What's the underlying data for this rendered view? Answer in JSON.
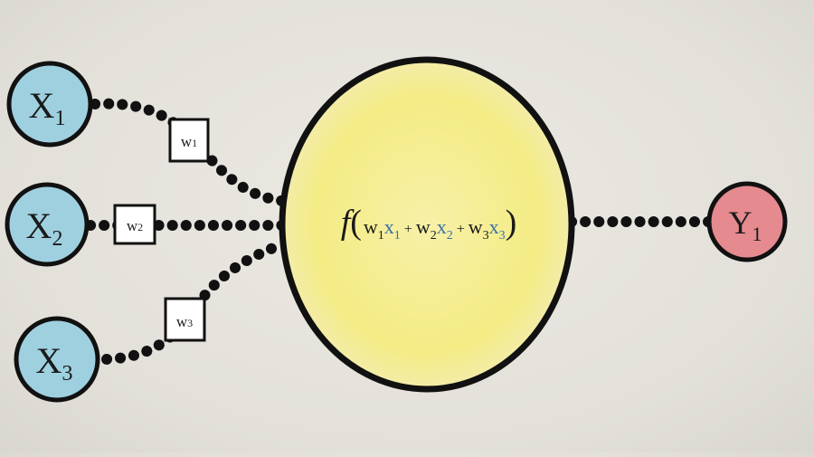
{
  "diagram": {
    "inputs": [
      {
        "label": "X",
        "sub": "1"
      },
      {
        "label": "X",
        "sub": "2"
      },
      {
        "label": "X",
        "sub": "3"
      }
    ],
    "weights": [
      {
        "label": "w",
        "sub": "1"
      },
      {
        "label": "w",
        "sub": "2"
      },
      {
        "label": "w",
        "sub": "3"
      }
    ],
    "neuron": {
      "func": "f",
      "open": "(",
      "close": ")",
      "terms": [
        {
          "w": "w",
          "wsub": "1",
          "x": "x",
          "xsub": "1"
        },
        {
          "w": "w",
          "wsub": "2",
          "x": "x",
          "xsub": "2"
        },
        {
          "w": "w",
          "wsub": "3",
          "x": "x",
          "xsub": "3"
        }
      ],
      "plus": "+"
    },
    "output": {
      "label": "Y",
      "sub": "1"
    },
    "colors": {
      "input_fill": "#9fd0e0",
      "output_fill": "#e58a8f",
      "neuron_fill": "#f4ec84",
      "stroke": "#111111",
      "x_blue": "#3a6fa8"
    }
  }
}
